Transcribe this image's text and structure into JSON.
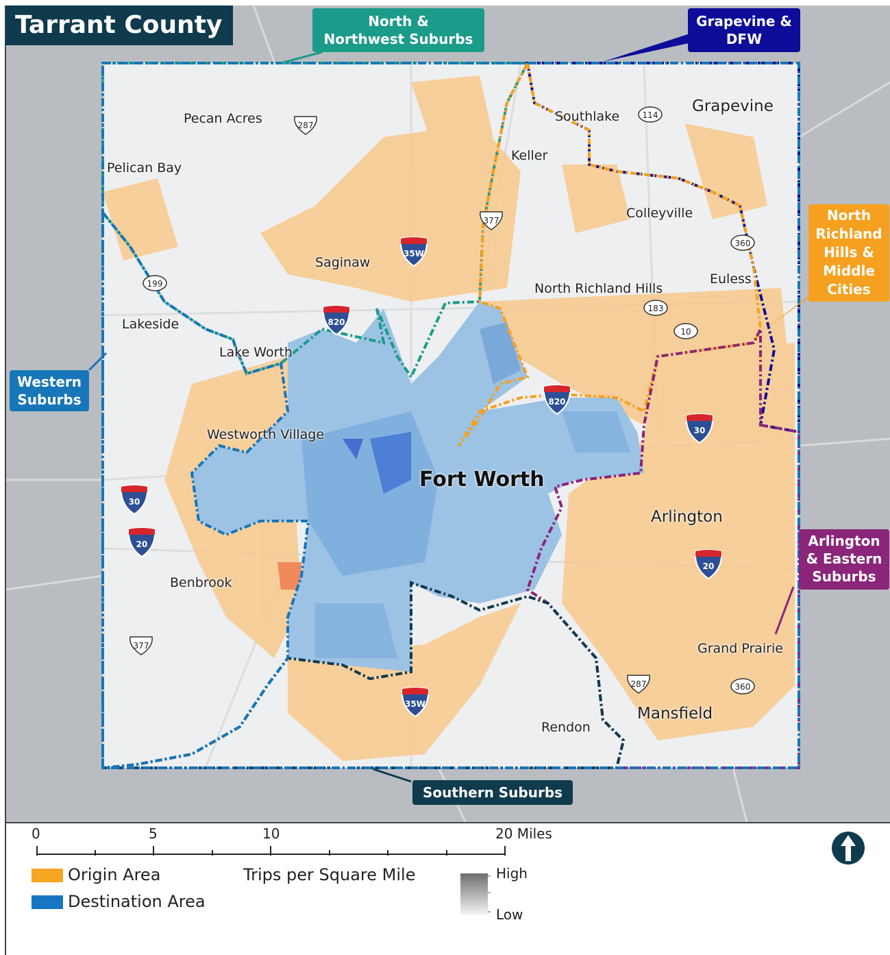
{
  "title": "Tarrant County",
  "regions": [
    {
      "id": "north-northwest",
      "label_line1": "North &",
      "label_line2": "Northwest Suburbs",
      "color": "#1b9b8a"
    },
    {
      "id": "grapevine-dfw",
      "label_line1": "Grapevine &",
      "label_line2": "DFW",
      "color": "#0d0d99"
    },
    {
      "id": "north-richland",
      "label_line1": "North",
      "label_line2": "Richland",
      "label_line3": "Hills &",
      "label_line4": "Middle",
      "label_line5": "Cities",
      "color": "#f5a01f"
    },
    {
      "id": "western",
      "label_line1": "Western",
      "label_line2": "Suburbs",
      "color": "#1776b8"
    },
    {
      "id": "arlington-eastern",
      "label_line1": "Arlington",
      "label_line2": "& Eastern",
      "label_line3": "Suburbs",
      "color": "#8a2579"
    },
    {
      "id": "southern",
      "label_line1": "Southern Suburbs",
      "color": "#0f3b4d"
    }
  ],
  "cities": {
    "pecan_acres": "Pecan Acres",
    "pelican_bay": "Pelican Bay",
    "southlake": "Southlake",
    "grapevine": "Grapevine",
    "keller": "Keller",
    "colleyville": "Colleyville",
    "saginaw": "Saginaw",
    "euless": "Euless",
    "north_richland_hills": "North Richland Hills",
    "lakeside": "Lakeside",
    "lake_worth": "Lake Worth",
    "westworth_village": "Westworth Village",
    "fort_worth": "Fort Worth",
    "arlington": "Arlington",
    "benbrook": "Benbrook",
    "grand_prairie": "Grand Prairie",
    "mansfield": "Mansfield",
    "rendon": "Rendon"
  },
  "shields": {
    "interstate": [
      {
        "label": "35W"
      },
      {
        "label": "820"
      },
      {
        "label": "820"
      },
      {
        "label": "30"
      },
      {
        "label": "30"
      },
      {
        "label": "20"
      },
      {
        "label": "20"
      },
      {
        "label": "35W"
      }
    ],
    "us": [
      {
        "label": "287"
      },
      {
        "label": "377"
      },
      {
        "label": "377"
      },
      {
        "label": "287"
      }
    ],
    "state": [
      {
        "label": "114"
      },
      {
        "label": "360"
      },
      {
        "label": "199"
      },
      {
        "label": "183"
      },
      {
        "label": "10"
      },
      {
        "label": "360"
      }
    ]
  },
  "scale_bar": {
    "ticks": [
      "0",
      "5",
      "10",
      "20 Miles"
    ]
  },
  "legend": {
    "origin_label": "Origin Area",
    "origin_color": "#f5a623",
    "destination_label": "Destination Area",
    "destination_color": "#1776c4",
    "ramp_title": "Trips per Square Mile",
    "ramp_high": "High",
    "ramp_low": "Low"
  },
  "north_arrow": "north-arrow-icon"
}
